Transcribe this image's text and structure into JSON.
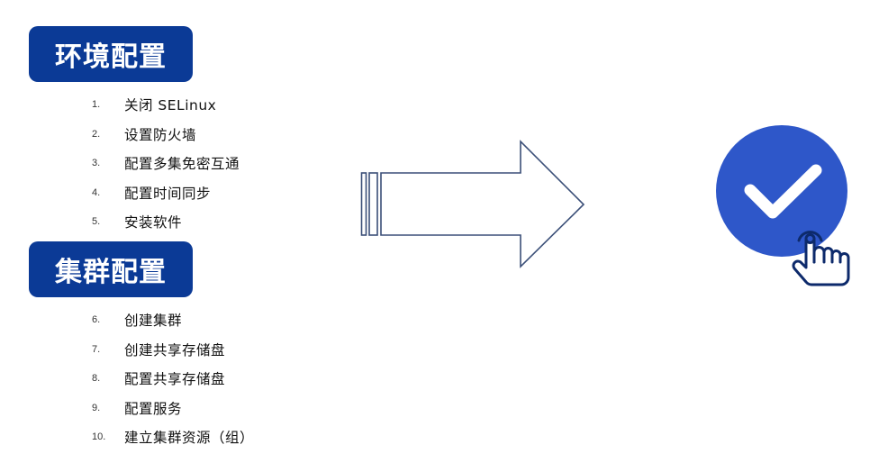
{
  "sections": [
    {
      "title": "环境配置",
      "steps": [
        {
          "num": "1.",
          "text": "关闭 SELinux"
        },
        {
          "num": "2.",
          "text": "设置防火墙"
        },
        {
          "num": "3.",
          "text": "配置多集免密互通"
        },
        {
          "num": "4.",
          "text": "配置时间同步"
        },
        {
          "num": "5.",
          "text": "安装软件"
        }
      ]
    },
    {
      "title": "集群配置",
      "steps": [
        {
          "num": "6.",
          "text": "创建集群"
        },
        {
          "num": "7.",
          "text": "创建共享存储盘"
        },
        {
          "num": "8.",
          "text": "配置共享存储盘"
        },
        {
          "num": "9.",
          "text": "配置服务"
        },
        {
          "num": "10.",
          "text": "建立集群资源（组）"
        }
      ]
    }
  ],
  "icons": {
    "arrow": "right-arrow-icon",
    "confirm": "check-circle-icon",
    "pointer": "hand-pointer-icon"
  },
  "colors": {
    "header_bg": "#0b3a96",
    "circle": "#2e57c9",
    "arrow_stroke": "#3b4f78",
    "hand_stroke": "#0d2a6b"
  }
}
